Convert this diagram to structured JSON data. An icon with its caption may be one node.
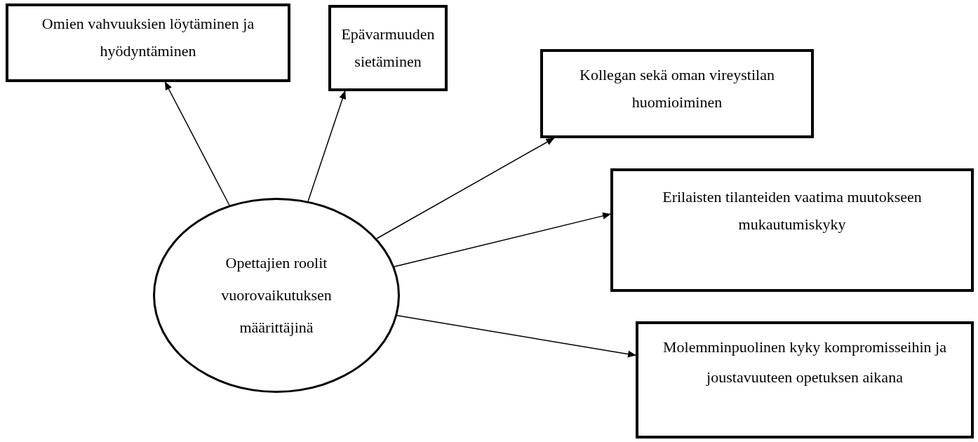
{
  "diagram": {
    "nodes": [
      {
        "text": [
          "Opettajien roolit vuorovaikutuksen määrittäjinä"
        ]
      },
      {
        "text": [
          "Omien vahvuuksien löytäminen ja hyödyntäminen"
        ]
      },
      {
        "text": [
          "Epävarmuuden sietäminen"
        ]
      },
      {
        "text": [
          "Kollegan sekä oman vireystilan huomioiminen"
        ]
      },
      {
        "text": [
          "Erilaisten tilanteiden vaatima muutokseen mukautumiskyky"
        ]
      },
      {
        "text": [
          "Molemminpuolinen kyky kompromisseihin ja joustavuuteen opetuksen aikana"
        ]
      }
    ],
    "edges": [
      {
        "from": 0,
        "to": 1,
        "arrow": "to"
      },
      {
        "from": 0,
        "to": 2,
        "arrow": "to"
      },
      {
        "from": 0,
        "to": 3,
        "arrow": "to"
      },
      {
        "from": 0,
        "to": 4,
        "arrow": "to"
      },
      {
        "from": 0,
        "to": 5,
        "arrow": "to"
      }
    ]
  }
}
